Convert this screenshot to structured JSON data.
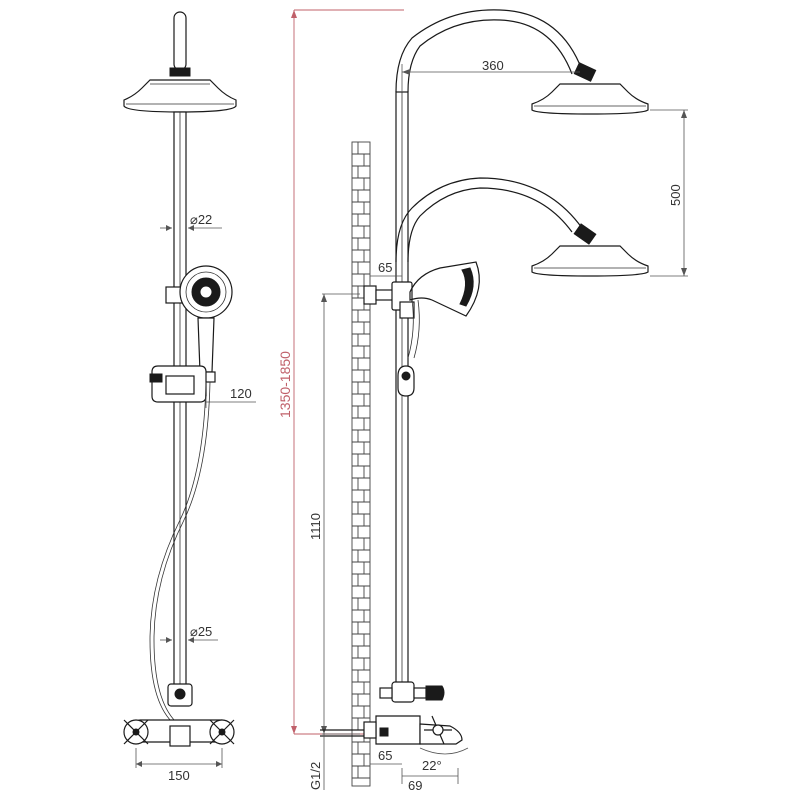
{
  "colors": {
    "line": "#1a1a1a",
    "dimension": "#555555",
    "height_range_accent": "#c0606a"
  },
  "front_view": {
    "pipe_diameter_upper": "⌀22",
    "slide_bar_width": "120",
    "pipe_diameter_lower": "⌀25",
    "mixer_width": "150"
  },
  "side_view": {
    "overhead_reach": "360",
    "overhead_height_adjust": "500",
    "wall_offset_upper": "65",
    "total_height_range": "1350-1850",
    "mixer_height": "1110",
    "wall_offset_lower": "65",
    "spout_length": "69",
    "spout_angle": "22°",
    "inlet_thread": "G1/2"
  }
}
